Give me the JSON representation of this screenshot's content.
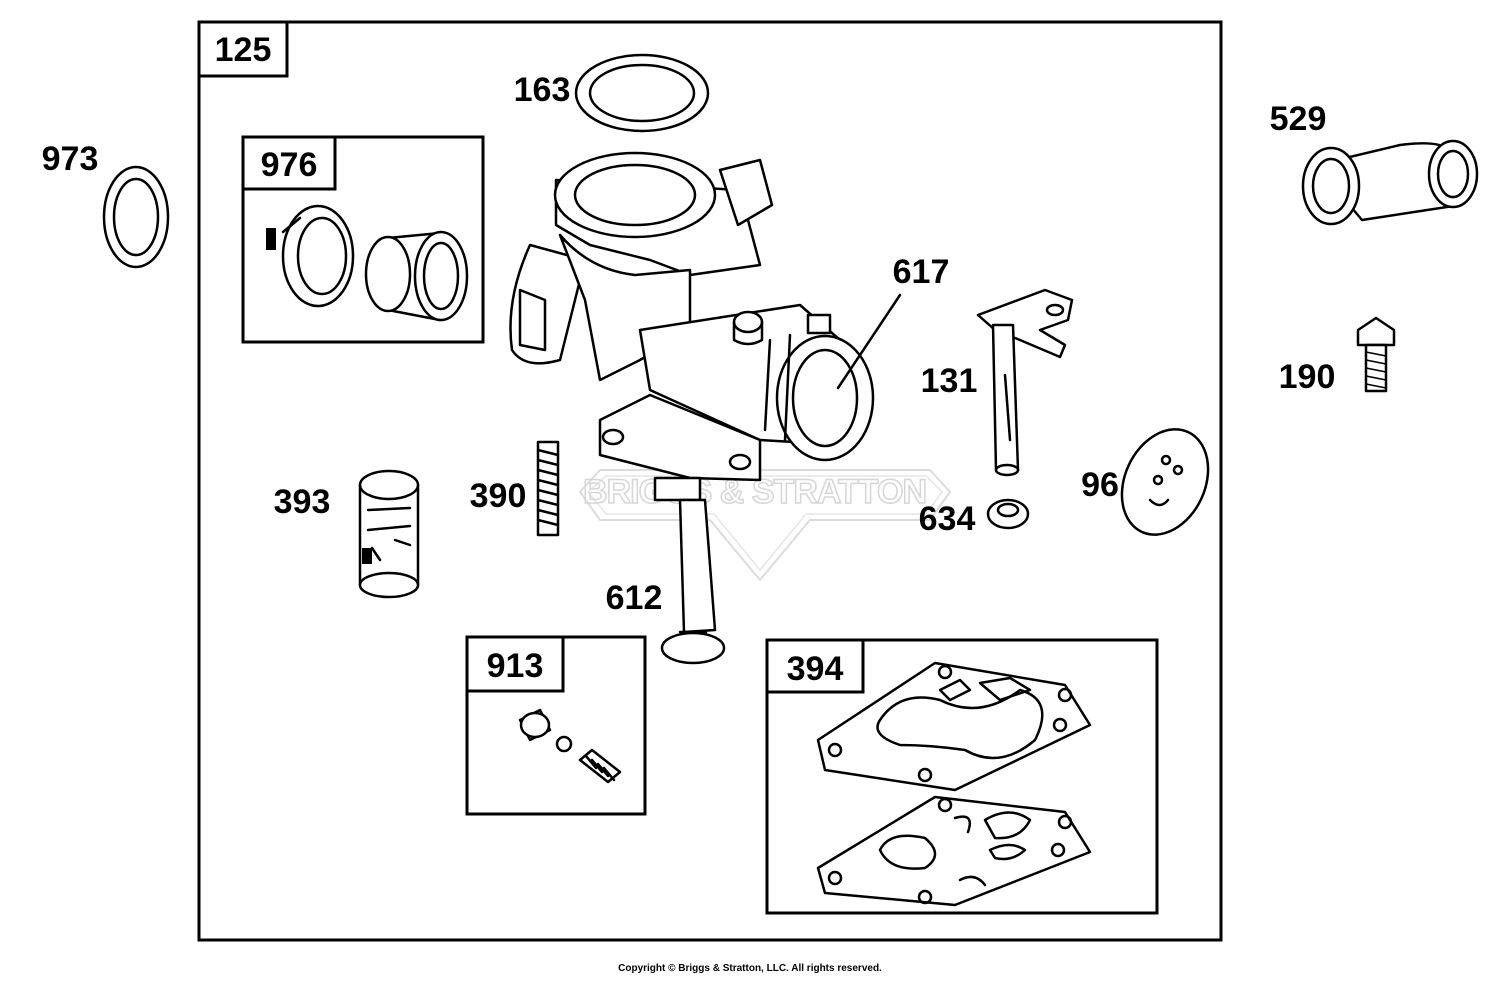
{
  "diagram": {
    "brand": "Briggs & Stratton",
    "watermark": "BRIGGS & STRATTON",
    "copyright": "Copyright © Briggs & Stratton, LLC. All rights reserved."
  },
  "parts": {
    "p125": "125",
    "p976": "976",
    "p973": "973",
    "p163": "163",
    "p529": "529",
    "p617": "617",
    "p131": "131",
    "p190": "190",
    "p96": "96",
    "p634": "634",
    "p393": "393",
    "p390": "390",
    "p612": "612",
    "p913": "913",
    "p394": "394"
  }
}
